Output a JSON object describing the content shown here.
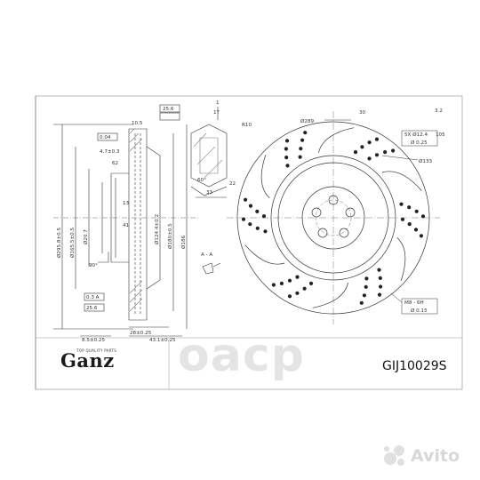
{
  "title_block": {
    "brand": "Ganz",
    "tagline": "TOP QUALITY PARTS",
    "part_number": "GIJ10029S"
  },
  "watermarks": {
    "center": "оаср",
    "marketplace": "Avito"
  },
  "dimensions": {
    "top": [
      "10.5",
      "25.6",
      "A",
      "1",
      "1T",
      "R10",
      "Ø289",
      "30",
      "3.2",
      "Ø133",
      "5X Ø12.4",
      "Ø 0.25",
      "105"
    ],
    "left": [
      "Ø295.8±0.5",
      "Ø165.5±0.5",
      "Ø20.7",
      "Ø180±0.5",
      "Ø124.4±0.2",
      "Ø186",
      "4.7±0.3",
      "62",
      "13",
      "41",
      "90°",
      "60°",
      "33",
      "22"
    ],
    "bottom": [
      "28±0.25",
      "43.1±0.25",
      "8.5±0.25",
      "M8 - 6H",
      "Ø 0.15",
      "A - A",
      "0.3 A",
      "0.04",
      "25.6"
    ]
  },
  "icons": [
    "avito-logo-icon"
  ]
}
